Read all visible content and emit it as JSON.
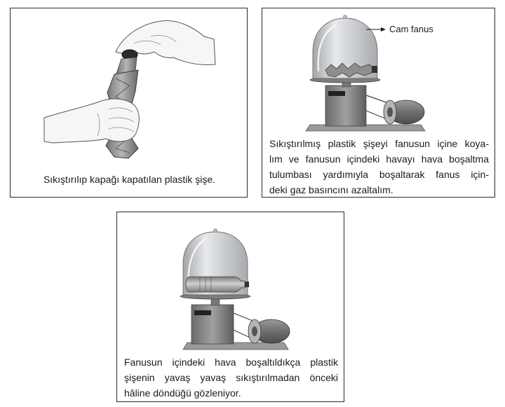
{
  "panel_1": {
    "caption": "Sıkıştırılıp kapağı kapatılan plastik şişe."
  },
  "panel_2": {
    "label": "Cam fanus",
    "caption_lines": [
      "Sıkıştırılmış plastik şişeyi fanusun içine koya-",
      "lım ve fanusun içindeki havayı hava boşaltma",
      "tulumbası yardımıyla boşaltarak fanus için-",
      "deki gaz basıncını azaltalım."
    ]
  },
  "panel_3": {
    "caption_lines": [
      "Fanusun içindeki hava boşaltıldıkça plastik",
      "şişenin yavaş yavaş sıkıştırılmadan önceki",
      "hâline döndüğü gözleniyor."
    ]
  },
  "colors": {
    "border": "#2b2b2b",
    "metal": "#8a8a8a",
    "metal_dark": "#5a5a5a",
    "glass": "#c9ccd0",
    "skin": "#f4f4f4"
  }
}
